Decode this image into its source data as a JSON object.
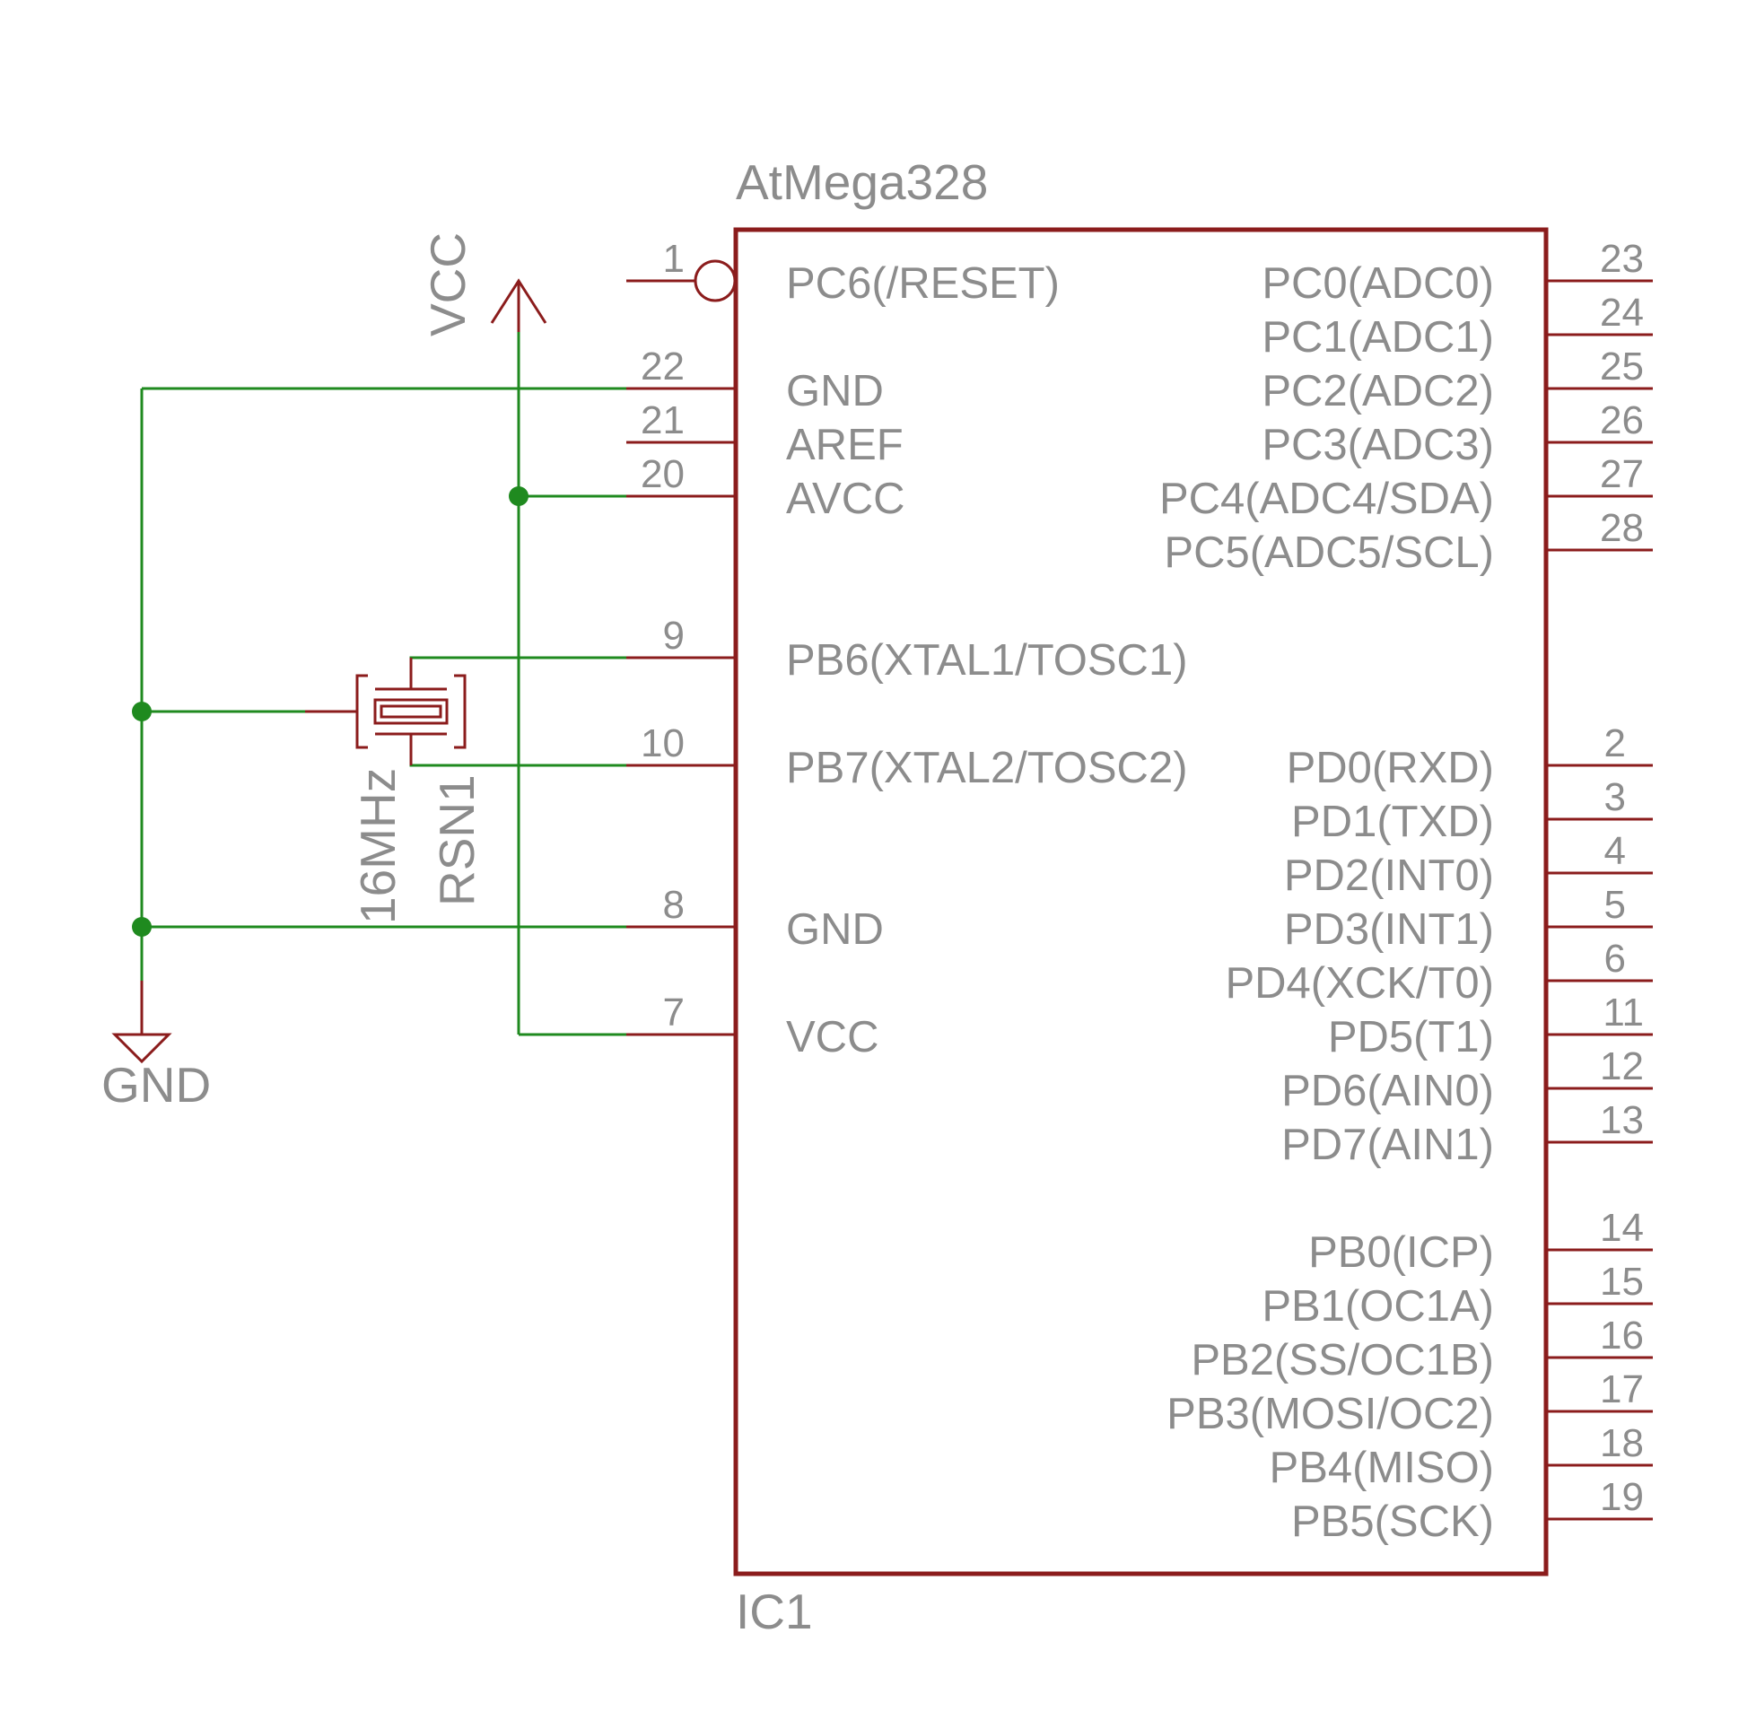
{
  "ic": {
    "part": "AtMega328",
    "ref": "IC1",
    "left_pins": [
      {
        "num": "1",
        "name": "PC6(/RESET)"
      },
      {
        "num": "22",
        "name": "GND"
      },
      {
        "num": "21",
        "name": "AREF"
      },
      {
        "num": "20",
        "name": "AVCC"
      },
      {
        "num": "9",
        "name": "PB6(XTAL1/TOSC1)"
      },
      {
        "num": "10",
        "name": "PB7(XTAL2/TOSC2)"
      },
      {
        "num": "8",
        "name": "GND"
      },
      {
        "num": "7",
        "name": "VCC"
      }
    ],
    "right_pins": [
      {
        "num": "23",
        "name": "PC0(ADC0)"
      },
      {
        "num": "24",
        "name": "PC1(ADC1)"
      },
      {
        "num": "25",
        "name": "PC2(ADC2)"
      },
      {
        "num": "26",
        "name": "PC3(ADC3)"
      },
      {
        "num": "27",
        "name": "PC4(ADC4/SDA)"
      },
      {
        "num": "28",
        "name": "PC5(ADC5/SCL)"
      },
      {
        "num": "2",
        "name": "PD0(RXD)"
      },
      {
        "num": "3",
        "name": "PD1(TXD)"
      },
      {
        "num": "4",
        "name": "PD2(INT0)"
      },
      {
        "num": "5",
        "name": "PD3(INT1)"
      },
      {
        "num": "6",
        "name": "PD4(XCK/T0)"
      },
      {
        "num": "11",
        "name": "PD5(T1)"
      },
      {
        "num": "12",
        "name": "PD6(AIN0)"
      },
      {
        "num": "13",
        "name": "PD7(AIN1)"
      },
      {
        "num": "14",
        "name": "PB0(ICP)"
      },
      {
        "num": "15",
        "name": "PB1(OC1A)"
      },
      {
        "num": "16",
        "name": "PB2(SS/OC1B)"
      },
      {
        "num": "17",
        "name": "PB3(MOSI/OC2)"
      },
      {
        "num": "18",
        "name": "PB4(MISO)"
      },
      {
        "num": "19",
        "name": "PB5(SCK)"
      }
    ]
  },
  "supply": {
    "vcc": "VCC",
    "gnd": "GND"
  },
  "resonator": {
    "ref": "RSN1",
    "value": "16MHz"
  },
  "colors": {
    "body": "#8b1c1c",
    "wire": "#1f8a1f",
    "text": "#8c8c8c"
  }
}
